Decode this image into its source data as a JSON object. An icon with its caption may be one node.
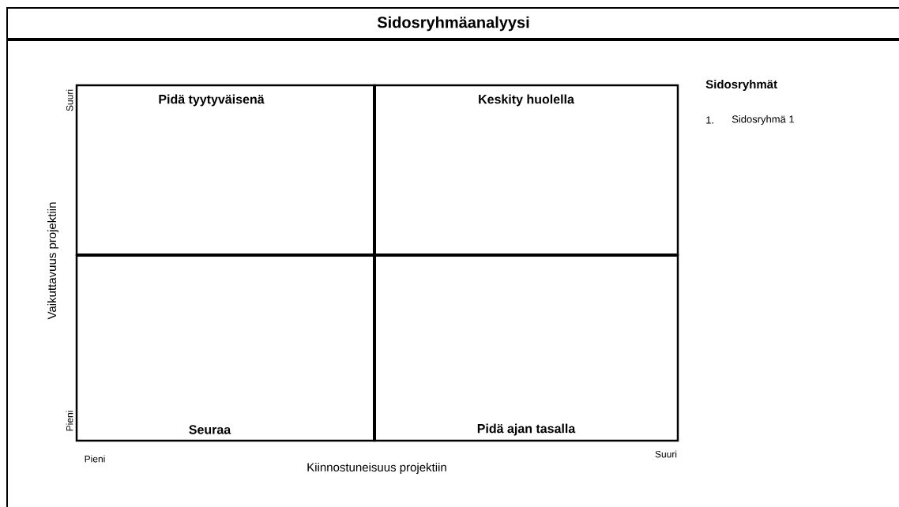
{
  "diagram": {
    "title": "Sidosryhmäanalyysi",
    "nodes": [
      {
        "text": [
          "Pidä tyytyväisenä"
        ]
      },
      {
        "text": [
          "Keskity huolella"
        ]
      },
      {
        "text": [
          "Seuraa"
        ]
      },
      {
        "text": [
          "Pidä ajan tasalla"
        ]
      }
    ],
    "labels": [
      "Sidosryhmät",
      "1.",
      "Sidosryhmä 1",
      "Suuri",
      "Vaikuttavuus projektiin",
      "Pieni",
      "Pieni",
      "Suuri",
      "Kiinnostuneisuus projektiin"
    ]
  }
}
